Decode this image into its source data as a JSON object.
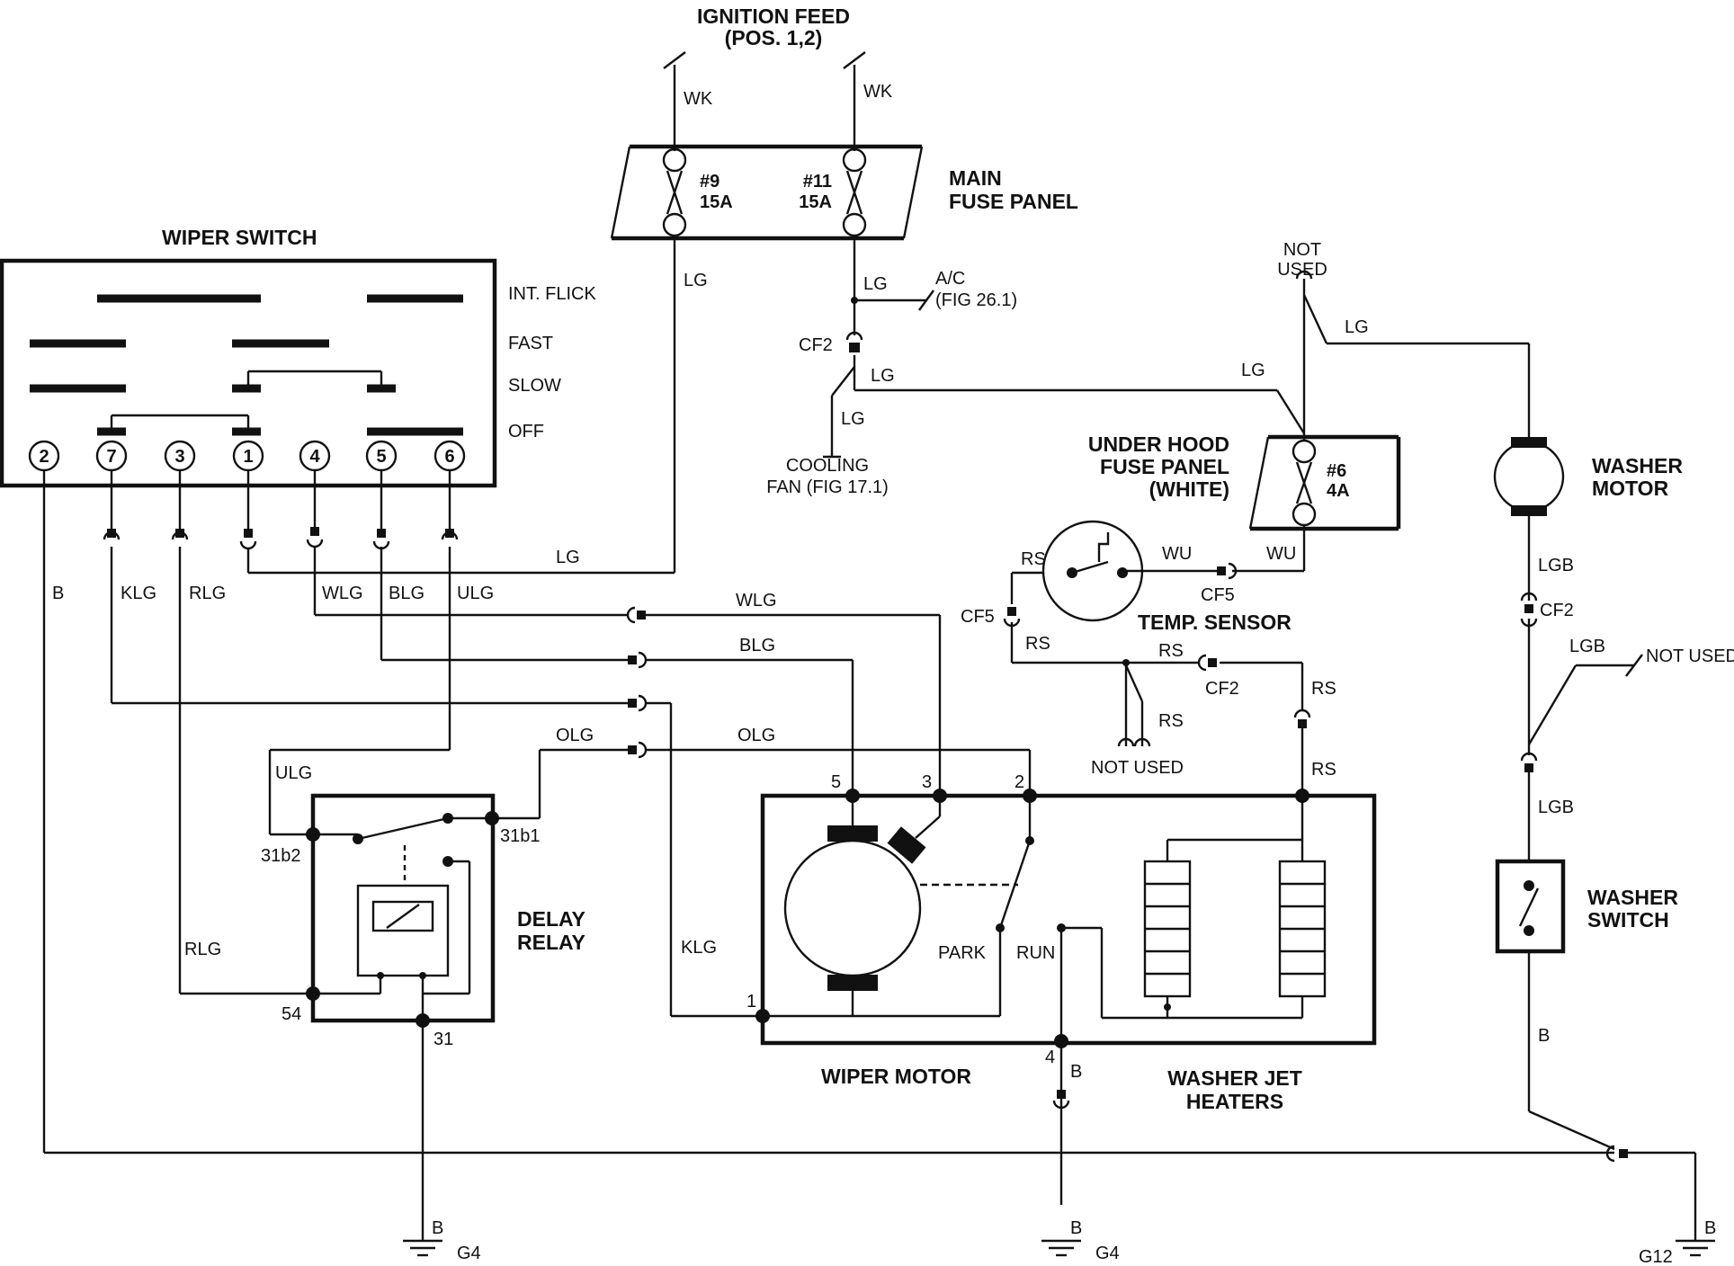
{
  "titles": {
    "ignition_feed_1": "IGNITION FEED",
    "ignition_feed_2": "(POS. 1,2)",
    "main_fuse_1": "MAIN",
    "main_fuse_2": "FUSE PANEL",
    "wiper_switch": "WIPER SWITCH",
    "under_hood_1": "UNDER HOOD",
    "under_hood_2": "FUSE PANEL",
    "under_hood_3": "(WHITE)",
    "washer_motor_1": "WASHER",
    "washer_motor_2": "MOTOR",
    "temp_sensor": "TEMP. SENSOR",
    "delay_relay_1": "DELAY",
    "delay_relay_2": "RELAY",
    "wiper_motor": "WIPER MOTOR",
    "washer_jet_1": "WASHER JET",
    "washer_jet_2": "HEATERS",
    "washer_switch_1": "WASHER",
    "washer_switch_2": "SWITCH"
  },
  "fuses": {
    "f9_id": "#9",
    "f9_rating": "15A",
    "f11_id": "#11",
    "f11_rating": "15A",
    "f6_id": "#6",
    "f6_rating": "4A"
  },
  "switch_positions": [
    "INT. FLICK",
    "FAST",
    "SLOW",
    "OFF"
  ],
  "switch_pins": [
    "2",
    "7",
    "3",
    "1",
    "4",
    "5",
    "6"
  ],
  "wire_labels": {
    "wk": "WK",
    "lg": "LG",
    "b": "B",
    "klg": "KLG",
    "rlg": "RLG",
    "wlg": "WLG",
    "blg": "BLG",
    "ulg": "ULG",
    "olg": "OLG",
    "rs": "RS",
    "wu": "WU",
    "lgb": "LGB",
    "cf2": "CF2",
    "cf5": "CF5"
  },
  "refs": {
    "ac_1": "A/C",
    "ac_2": "(FIG 26.1)",
    "cooling_1": "COOLING",
    "cooling_2": "FAN (FIG 17.1)",
    "not_used_1": "NOT",
    "not_used_2": "USED",
    "not_used": "NOT USED"
  },
  "terminals": {
    "t31b2": "31b2",
    "t31b1": "31b1",
    "t54": "54",
    "t31": "31",
    "m5": "5",
    "m3": "3",
    "m2": "2",
    "m1": "1",
    "m4": "4",
    "park": "PARK",
    "run": "RUN"
  },
  "grounds": {
    "g4": "G4",
    "g12": "G12"
  }
}
